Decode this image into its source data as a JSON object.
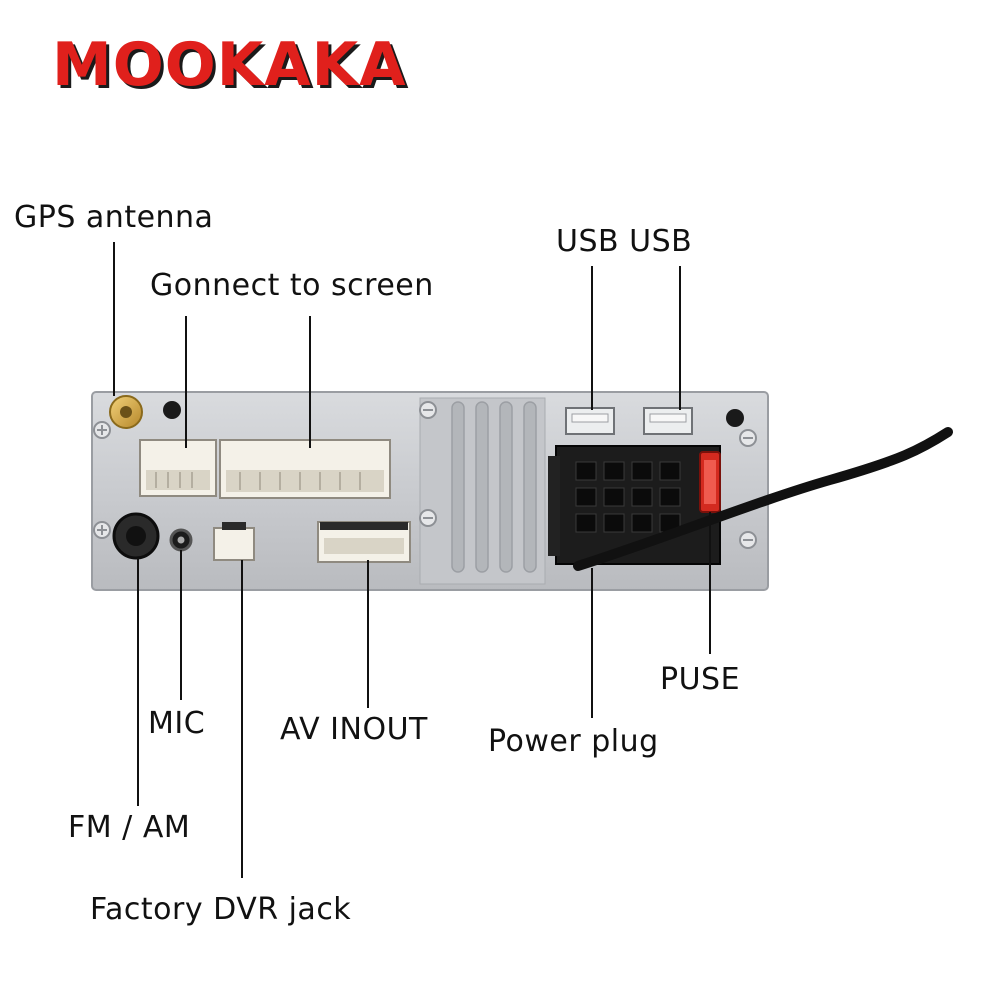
{
  "brand": {
    "logo_text": "MOOKAKA",
    "primary_color": "#e0201c",
    "shadow_color": "#1a1a1a"
  },
  "labels": {
    "gps_antenna": "GPS antenna",
    "connect_to_screen": "Gonnect to screen",
    "usb_usb": "USB USB",
    "puse": "PUSE",
    "power_plug": "Power plug",
    "av_inout": "AV INOUT",
    "mic": "MIC",
    "fm_am": "FM / AM",
    "factory_dvr_jack": "Factory DVR jack"
  }
}
